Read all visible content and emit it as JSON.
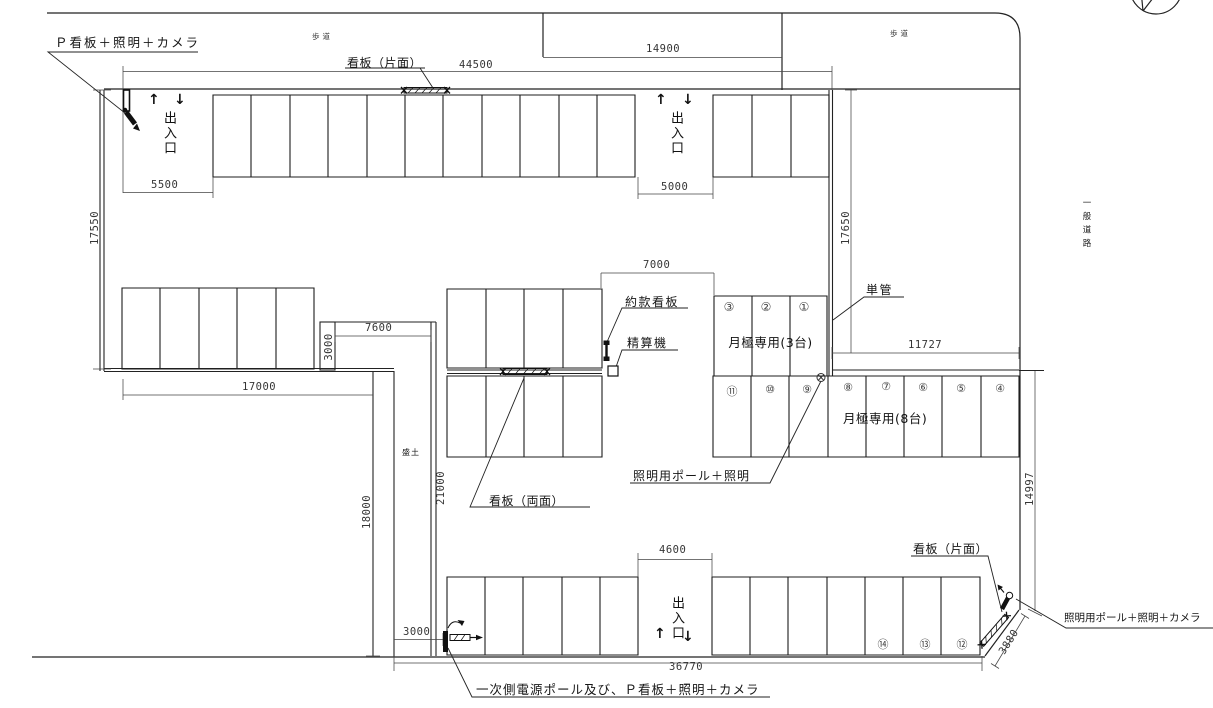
{
  "labels": {
    "p_sign": "Ｐ看板＋照明＋カメラ",
    "sign_single_top": "看板（片面）",
    "sign_double": "看板（両面）",
    "sign_single_bottom": "看板（片面）",
    "sidewalk_left": "歩道",
    "sidewalk_right": "歩道",
    "general_road": "一般道路",
    "entrance": "出入口",
    "arrow_up": "↑",
    "arrow_down": "↓",
    "terms_sign": "約款看板",
    "payment_machine": "精算機",
    "single_pipe": "単管",
    "lighting_pole": "照明用ポール＋照明",
    "lighting_pole_camera": "照明用ポール＋照明＋カメラ",
    "power_pole": "一次側電源ポール及び、Ｐ看板＋照明＋カメラ",
    "monthly_3": "月極専用(3台)",
    "monthly_8": "月極専用(8台)",
    "embankment": "盛土"
  },
  "dimensions": {
    "top_total": "44500",
    "top_right_section": "14900",
    "entrance_left": "5500",
    "entrance_mid": "5000",
    "left_height": "17550",
    "right_fence_height": "17650",
    "mid_gap": "7000",
    "wall_gap": "7600",
    "wall_stub_height": "3000",
    "left_bottom_width": "17000",
    "left_lower_height": "18000",
    "fence_length": "21000",
    "right_edge_upper": "11727",
    "right_edge_lower": "14997",
    "corner_chamfer": "3880",
    "entrance_bottom": "4600",
    "gate_offset": "3000",
    "bottom_total": "36770"
  },
  "stalls": {
    "m3": [
      "③",
      "②",
      "①"
    ],
    "m8_left": [
      "⑪",
      "⑩",
      "⑨"
    ],
    "m8": [
      "⑧",
      "⑦",
      "⑥",
      "⑤",
      "④"
    ],
    "bottom": [
      "⑭",
      "⑬",
      "⑫"
    ]
  }
}
